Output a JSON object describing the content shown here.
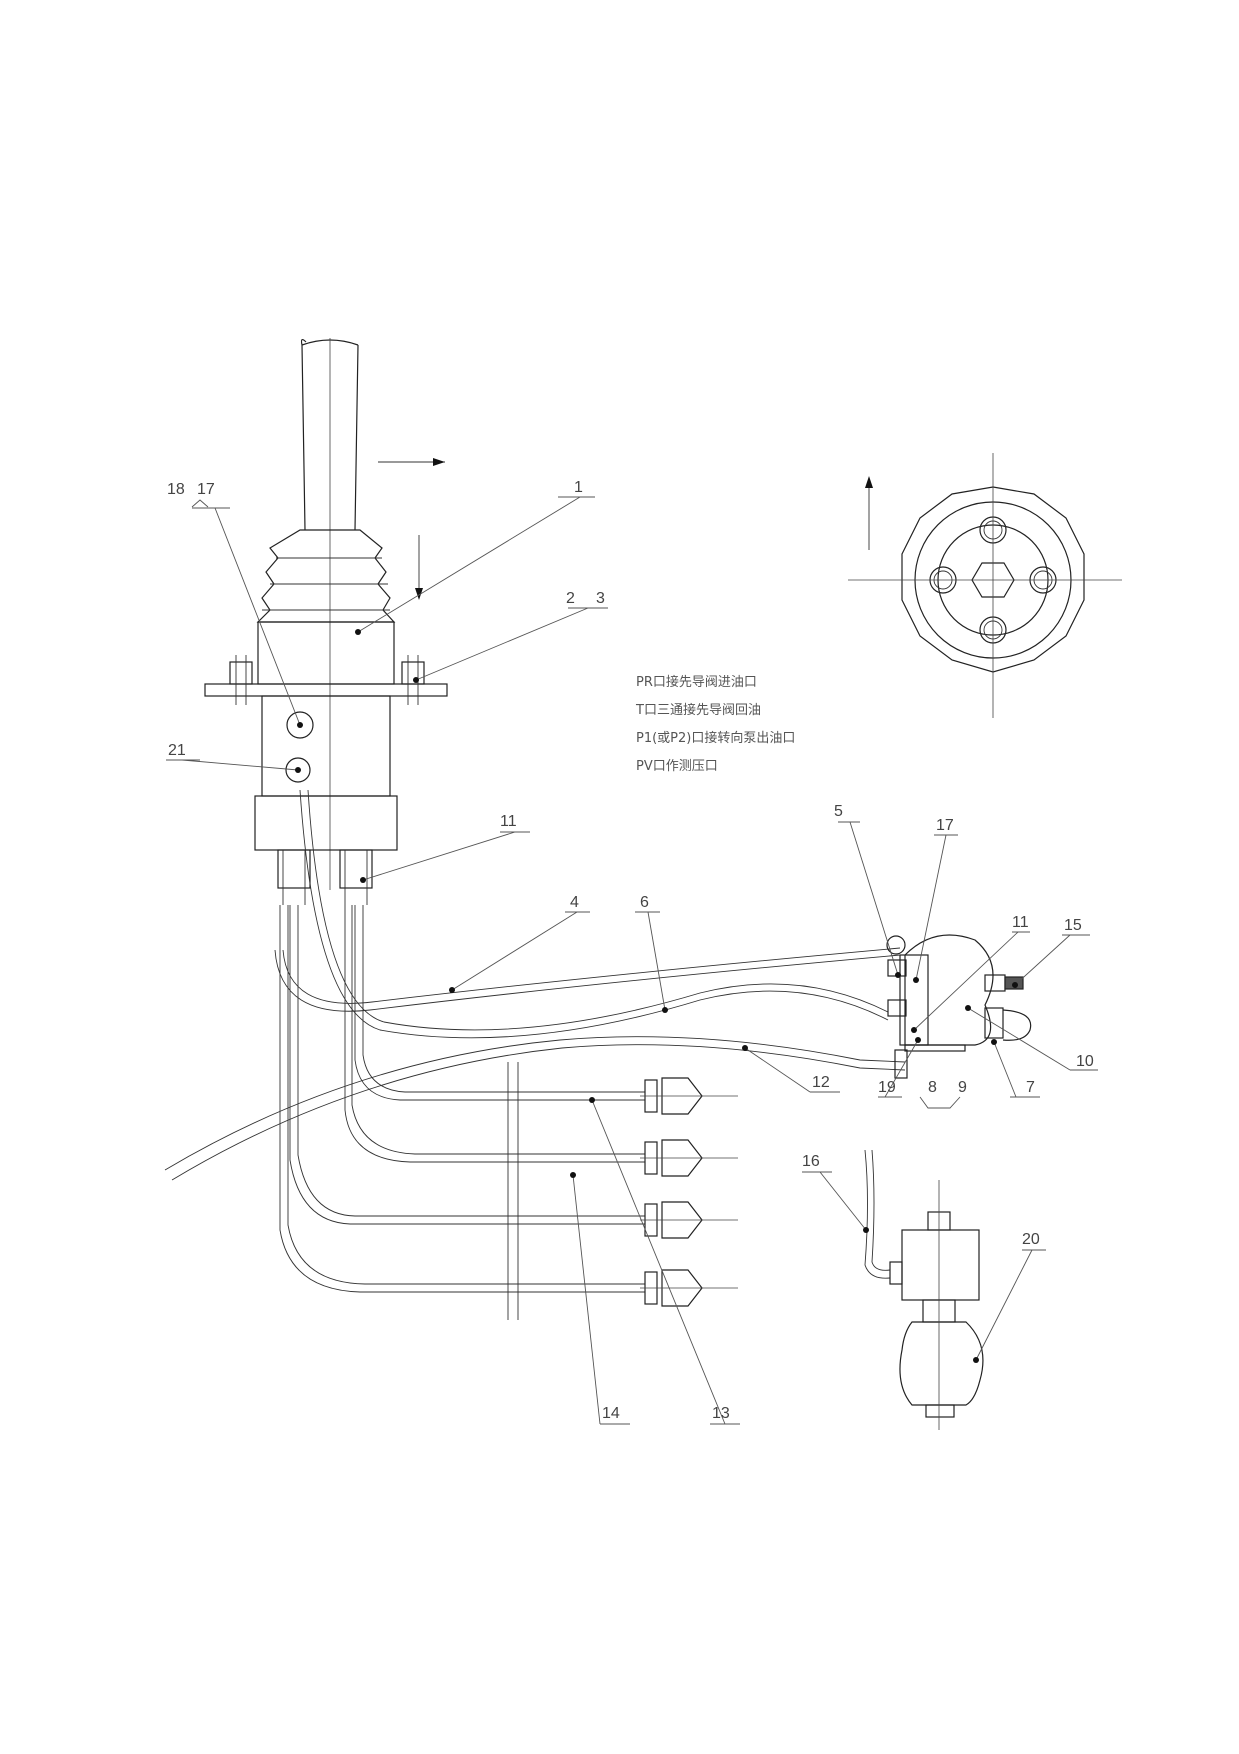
{
  "notes": [
    "PR口接先导阀进油口",
    "T口三通接先导阀回油",
    "P1(或P2)口接转向泵出油口",
    "PV口作测压口"
  ],
  "labels": {
    "l1": "1",
    "l2": "2",
    "l3": "3",
    "l4": "4",
    "l5": "5",
    "l6": "6",
    "l7": "7",
    "l8": "8",
    "l9": "9",
    "l10": "10",
    "l11a": "11",
    "l11b": "11",
    "l12": "12",
    "l13": "13",
    "l14": "14",
    "l15": "15",
    "l16": "16",
    "l17a": "17",
    "l17b": "17",
    "l18": "18",
    "l19": "19",
    "l20": "20",
    "l21": "21"
  }
}
